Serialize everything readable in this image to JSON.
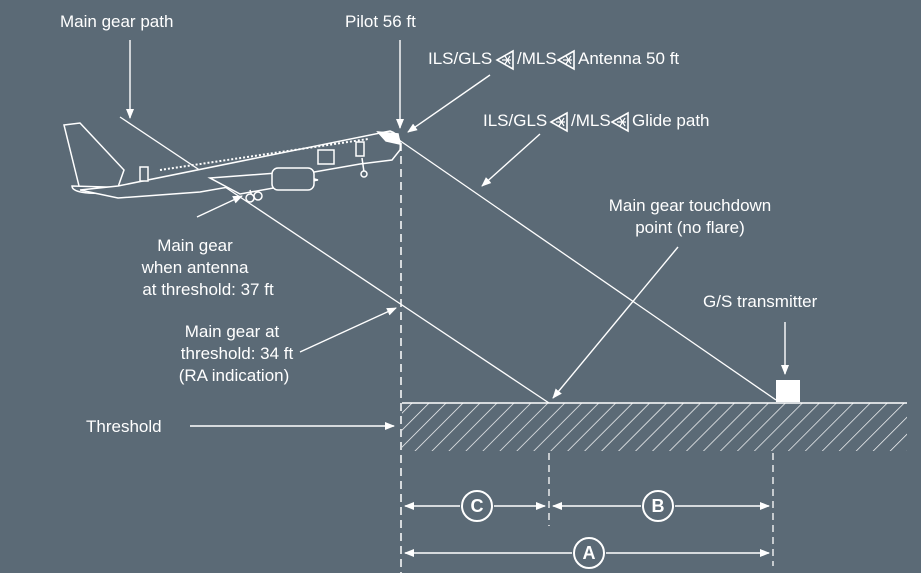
{
  "colors": {
    "background": "#5b6a76",
    "ink": "#ffffff"
  },
  "labels": {
    "main_gear_path": "Main gear path",
    "pilot": "Pilot 56 ft",
    "antenna_pre": "ILS/GLS",
    "antenna_mid": "/MLS",
    "antenna_post": "Antenna 50 ft",
    "glide_pre": "ILS/GLS",
    "glide_mid": "/MLS",
    "glide_post": "Glide path",
    "touchdown": [
      "Main gear touchdown",
      "point (no flare)"
    ],
    "main_gear_antenna": [
      "Main gear",
      "when antenna",
      "at threshold: 37 ft"
    ],
    "main_gear_threshold": [
      "Main gear at",
      "threshold: 34 ft",
      "(RA indication)"
    ],
    "gs_transmitter": "G/S transmitter",
    "threshold": "Threshold"
  },
  "dimensions": [
    "C",
    "B",
    "A"
  ],
  "icons": [
    "antenna-symbol-icon",
    "aircraft-icon",
    "gs-transmitter-icon"
  ]
}
